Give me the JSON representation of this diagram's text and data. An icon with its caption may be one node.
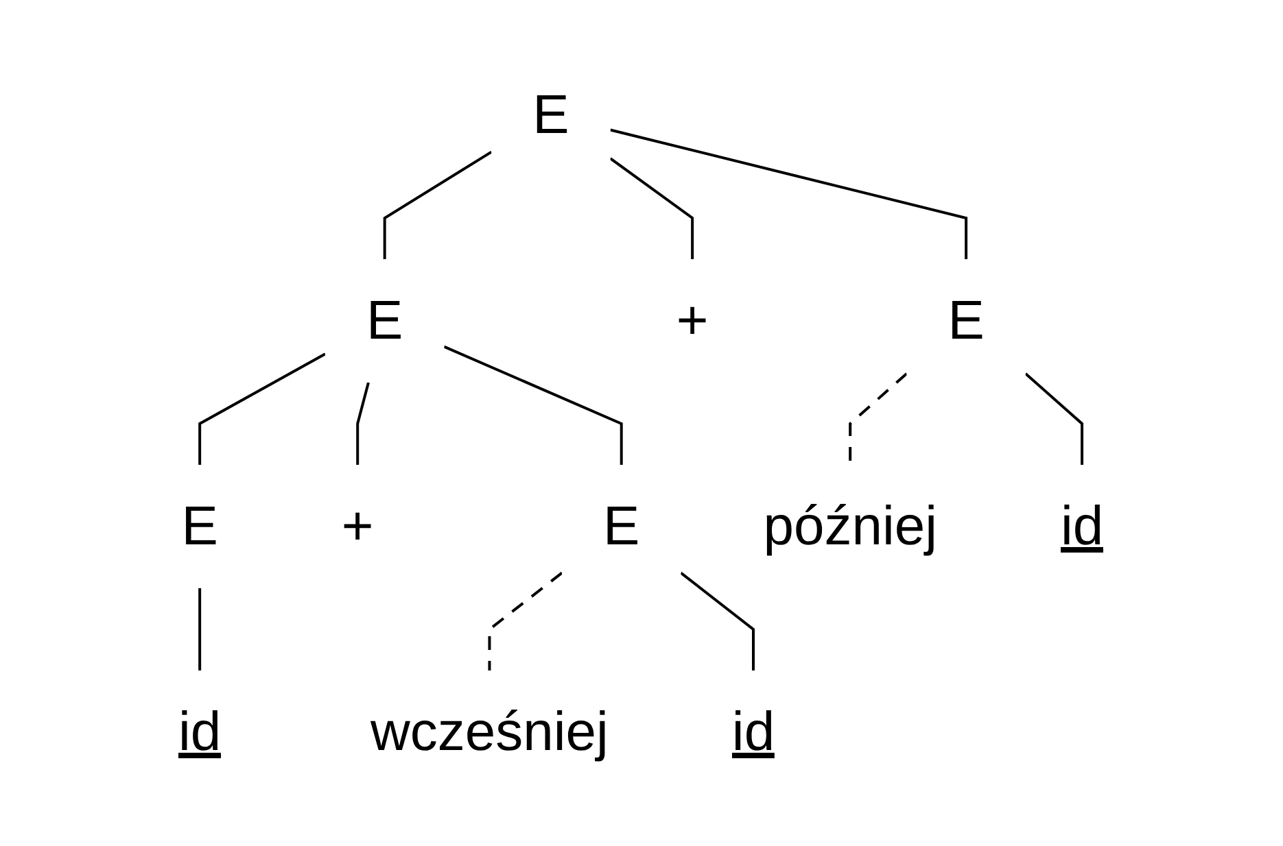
{
  "diagram": {
    "nodes": [
      {
        "text": [
          "E"
        ]
      },
      {
        "text": [
          "E"
        ]
      },
      {
        "text": [
          "+"
        ]
      },
      {
        "text": [
          "E"
        ]
      },
      {
        "text": [
          "później"
        ]
      },
      {
        "text": [
          "E"
        ]
      },
      {
        "text": [
          "+"
        ]
      },
      {
        "text": [
          "E"
        ]
      },
      {
        "text": [
          "wcześniej"
        ]
      },
      {
        "text": [
          "id"
        ]
      },
      {
        "text": [
          "id"
        ]
      },
      {
        "text": [
          "id"
        ]
      }
    ],
    "edges": [
      {
        "from": 0,
        "to": 1,
        "arrow": "none"
      },
      {
        "from": 0,
        "to": 2,
        "arrow": "none"
      },
      {
        "from": 0,
        "to": 3,
        "arrow": "none"
      },
      {
        "from": 3,
        "to": 4,
        "arrow": "none",
        "style": "dashed"
      },
      {
        "from": 1,
        "to": 5,
        "arrow": "none"
      },
      {
        "from": 1,
        "to": 6,
        "arrow": "none"
      },
      {
        "from": 1,
        "to": 7,
        "arrow": "none"
      },
      {
        "from": 7,
        "to": 8,
        "arrow": "none",
        "style": "dashed"
      },
      {
        "from": 5,
        "to": 9,
        "arrow": "none"
      },
      {
        "from": 7,
        "to": 10,
        "arrow": "none"
      },
      {
        "from": 3,
        "to": 11,
        "arrow": "none"
      }
    ]
  }
}
